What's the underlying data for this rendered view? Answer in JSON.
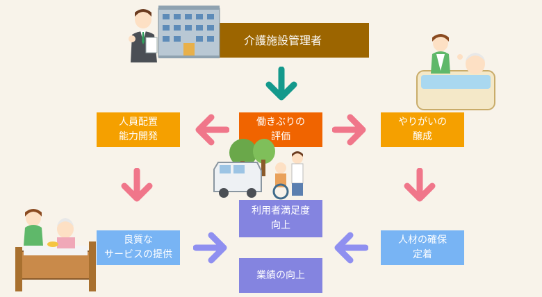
{
  "title": {
    "text": "介護施設管理者"
  },
  "nodes": {
    "evaluation": {
      "text": "働きぶりの\n評価"
    },
    "staffing": {
      "text": "人員配置\n能力開発"
    },
    "motivation": {
      "text": "やりがいの\n醸成"
    },
    "satisfaction": {
      "text": "利用者満足度\n向上"
    },
    "service": {
      "text": "良質な\nサービスの提供"
    },
    "retention": {
      "text": "人材の確保\n定着"
    },
    "performance": {
      "text": "業績の向上"
    }
  },
  "colors": {
    "title_bg": "#9c6500",
    "orange": "#f5a000",
    "red_orange": "#f06400",
    "purple": "#8484e0",
    "blue": "#78b4f4",
    "teal_arrow": "#14998c",
    "pink_arrow": "#f0768a",
    "periwinkle_arrow": "#8f8ff0"
  },
  "icons": {
    "manager": "manager-with-clipboard-icon",
    "building": "care-facility-building-icon",
    "bath": "bathing-care-icon",
    "bed": "bed-meal-care-icon",
    "van": "van-and-wheelchair-icon"
  }
}
